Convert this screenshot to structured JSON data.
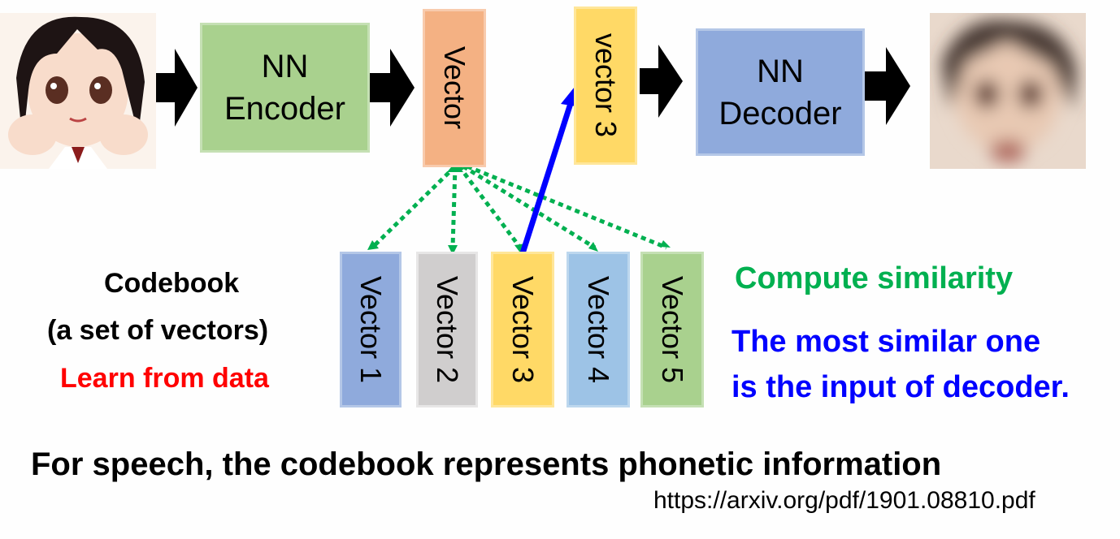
{
  "input_image": {
    "icon": "anime-face-icon"
  },
  "output_image": {
    "icon": "blurred-face-icon"
  },
  "encoder": {
    "line1": "NN",
    "line2": "Encoder",
    "color": "#a9d18e"
  },
  "decoder": {
    "line1": "NN",
    "line2": "Decoder",
    "color": "#8faadc"
  },
  "encoded_vector": {
    "label": "Vector",
    "color": "#f4b183"
  },
  "selected_vector": {
    "label": "vector 3",
    "color": "#ffd966"
  },
  "codebook_vectors": [
    {
      "label": "Vector 1",
      "color": "#8faadc"
    },
    {
      "label": "Vector 2",
      "color": "#d0cece"
    },
    {
      "label": "Vector 3",
      "color": "#ffd966"
    },
    {
      "label": "Vector 4",
      "color": "#9dc3e6"
    },
    {
      "label": "Vector 5",
      "color": "#a9d18e"
    }
  ],
  "codebook_text": {
    "title": "Codebook",
    "subtitle": "(a set of vectors)",
    "learn": "Learn from data"
  },
  "similarity_text": "Compute similarity",
  "most_similar": {
    "line1": "The most similar one",
    "line2": "is the input of decoder."
  },
  "footer": "For speech, the codebook represents phonetic information",
  "reference_url": "https://arxiv.org/pdf/1901.08810.pdf",
  "colors": {
    "similarity": "#00b050",
    "selection": "#0000ff",
    "learn": "#ff0000",
    "arrow": "#000000"
  }
}
